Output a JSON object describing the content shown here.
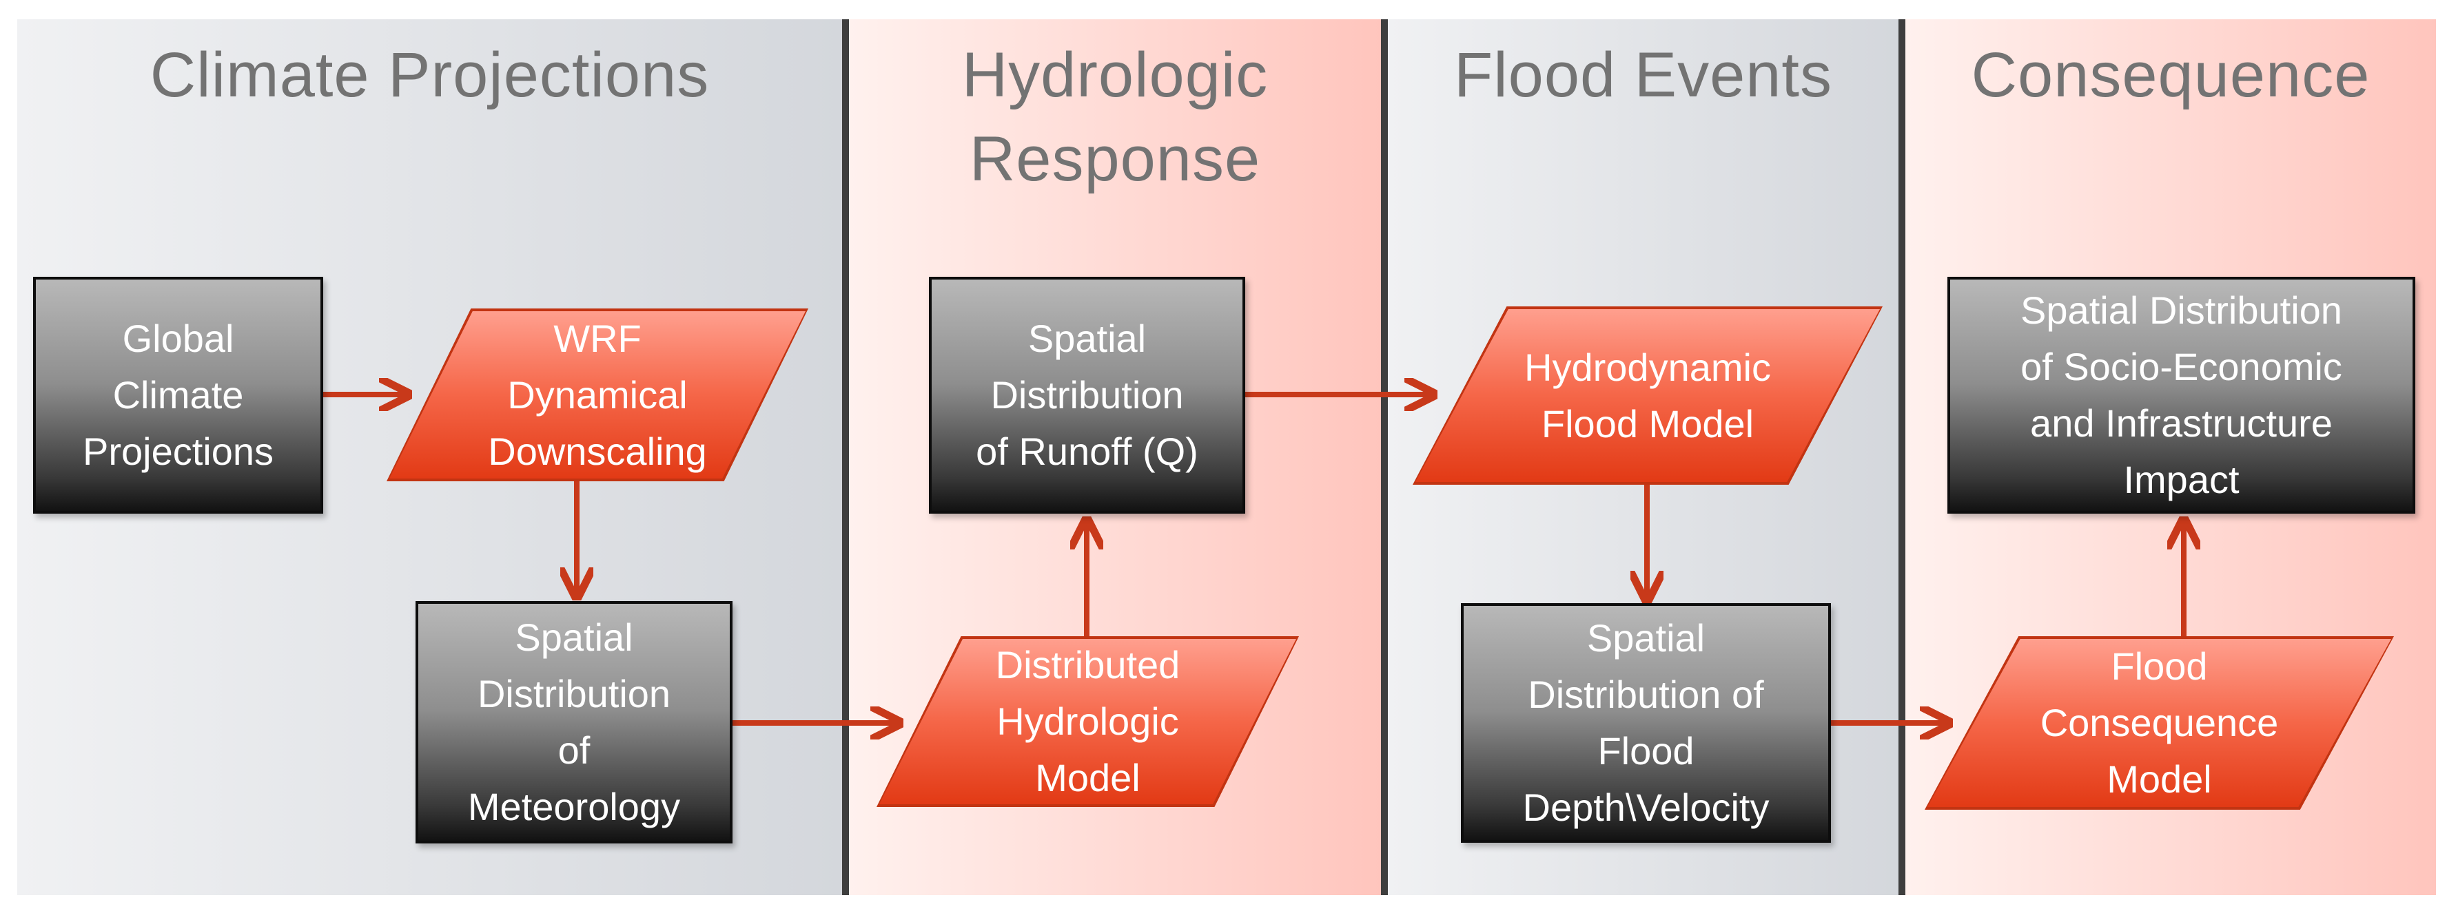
{
  "lanes": [
    {
      "title": "Climate Projections"
    },
    {
      "title": "Hydrologic\nResponse"
    },
    {
      "title": "Flood Events"
    },
    {
      "title": "Consequence"
    }
  ],
  "nodes": {
    "global_climate": "Global\nClimate\nProjections",
    "wrf": "WRF\nDynamical\nDownscaling",
    "meteorology": "Spatial\nDistribution\nof\nMeteorology",
    "runoff": "Spatial\nDistribution\nof Runoff (Q)",
    "distributed_model": "Distributed\nHydrologic\nModel",
    "hydrodynamic": "Hydrodynamic\nFlood Model",
    "flood_depth": "Spatial\nDistribution of\nFlood\nDepth\\Velocity",
    "socio_economic": "Spatial Distribution\nof Socio-Economic\nand Infrastructure\nImpact",
    "consequence_model": "Flood\nConsequence\nModel"
  },
  "colors": {
    "arrow": "#c8391a",
    "divider": "#3e3e3e",
    "title_text": "#737373"
  }
}
